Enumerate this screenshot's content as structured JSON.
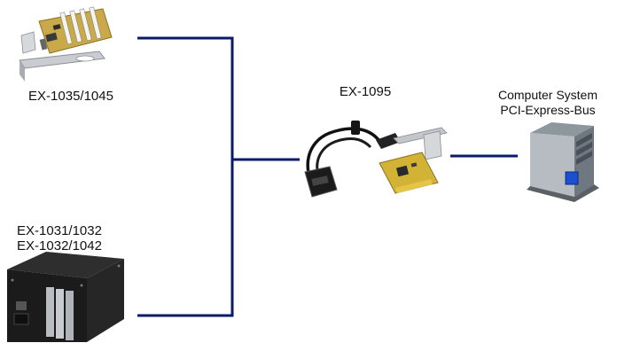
{
  "devices": {
    "expansion_board": {
      "label": "EX-1035/1045",
      "icon": "pci-expansion-board-icon"
    },
    "expansion_chassis": {
      "label_line_1": "EX-1031/1032",
      "label_line_2": "EX-1032/1042",
      "icon": "expansion-chassis-icon"
    },
    "adapter": {
      "label": "EX-1095",
      "icon": "pci-express-card-with-cable-icon"
    },
    "computer": {
      "label_line_1": "Computer System",
      "label_line_2": "PCI-Express-Bus",
      "icon": "tower-computer-icon"
    }
  },
  "colors": {
    "connector_line": "#0a1a6b",
    "text": "#111111",
    "background": "#ffffff"
  }
}
